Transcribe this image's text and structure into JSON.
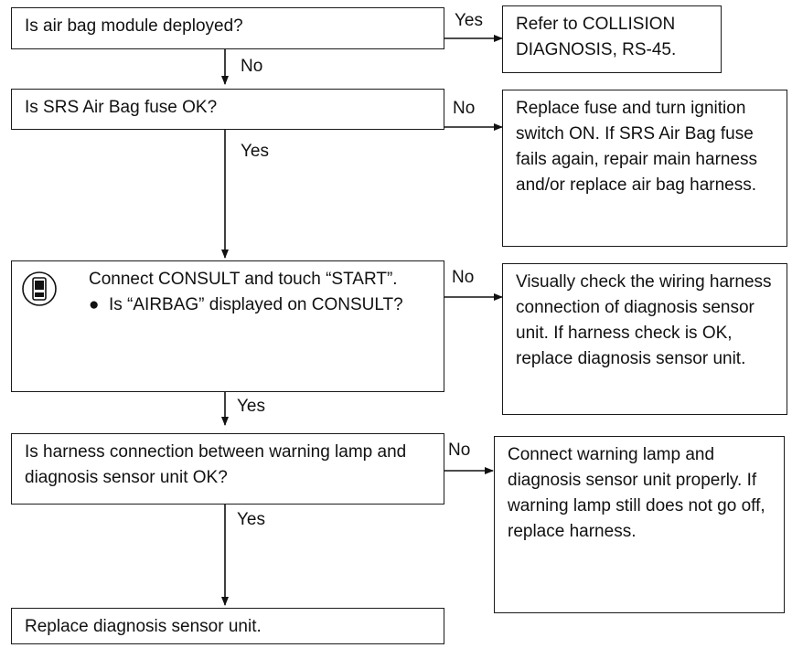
{
  "steps": [
    {
      "question": "Is air bag module deployed?",
      "yes": "Yes",
      "no": "No",
      "action": "Refer to COLLISION DIAGNOSIS, RS-45."
    },
    {
      "question": "Is SRS Air Bag fuse OK?",
      "yes": "Yes",
      "no": "No",
      "action": "Replace fuse and turn ignition switch ON. If SRS Air Bag fuse fails again, repair main harness and/or replace air bag harness."
    },
    {
      "instruction": "Connect CONSULT and touch “START”.",
      "question": "Is “AIRBAG” displayed on CONSULT?",
      "icon": "consult-icon",
      "yes": "Yes",
      "no": "No",
      "action": "Visually check the wiring harness connection of diagnosis sensor unit. If harness check is OK, replace diagnosis sensor unit."
    },
    {
      "question": "Is harness connection between warning lamp and diagnosis sensor unit OK?",
      "yes": "Yes",
      "no": "No",
      "action": "Connect warning lamp and diagnosis sensor unit properly. If warning lamp still does not go off, replace harness."
    }
  ],
  "final": "Replace diagnosis sensor unit."
}
